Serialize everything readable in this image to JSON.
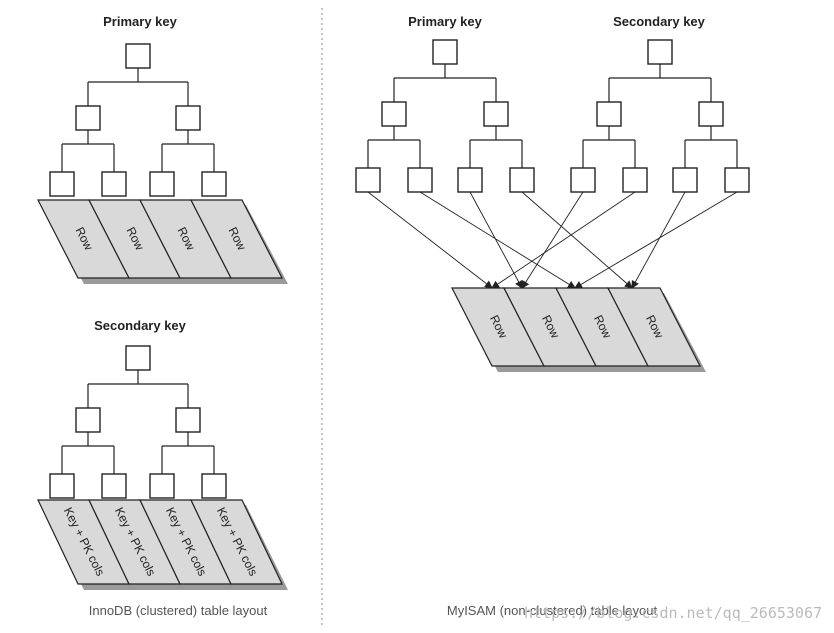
{
  "labels": {
    "innodb_primary": "Primary key",
    "innodb_secondary": "Secondary key",
    "myisam_primary": "Primary key",
    "myisam_secondary": "Secondary key"
  },
  "captions": {
    "innodb": "InnoDB (clustered) table layout",
    "myisam": "MyISAM (non-clustered) table layout"
  },
  "cells": {
    "innodb_primary": [
      "Row",
      "Row",
      "Row",
      "Row"
    ],
    "innodb_secondary": [
      "Key + PK cols",
      "Key + PK cols",
      "Key + PK cols",
      "Key + PK cols"
    ],
    "myisam": [
      "Row",
      "Row",
      "Row",
      "Row"
    ]
  },
  "watermark": "https://blog.csdn.net/qq_26653067",
  "colors": {
    "cell_fill": "#d9d9d9",
    "shadow": "#9a9a9a",
    "stroke": "#222222"
  }
}
